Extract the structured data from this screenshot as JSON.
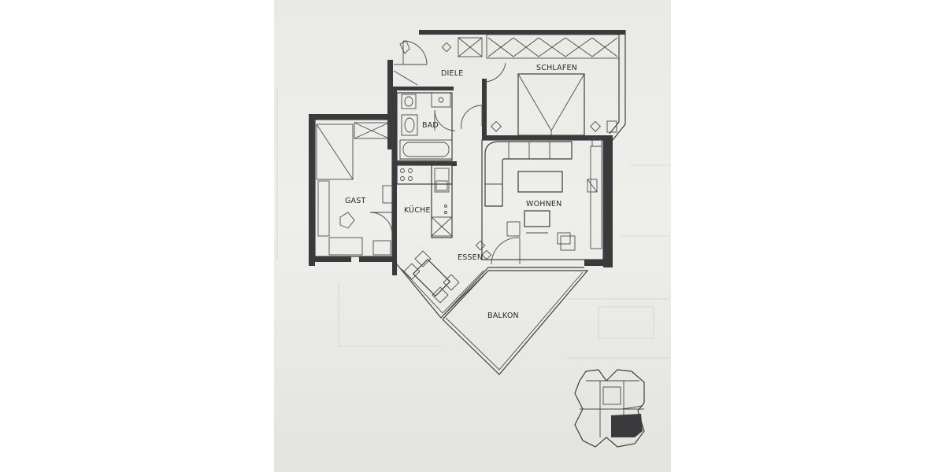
{
  "plan": {
    "rooms": {
      "diele": "DIELE",
      "schlafen": "SCHLAFEN",
      "bad": "BAD",
      "gast": "GAST",
      "kueche": "KÜCHE",
      "wohnen": "WOHNEN",
      "essen": "ESSEN",
      "balkon": "BALKON"
    }
  },
  "colors": {
    "paper": "#ececea",
    "wall": "#3a3a3c",
    "line": "#3d3d3d"
  }
}
